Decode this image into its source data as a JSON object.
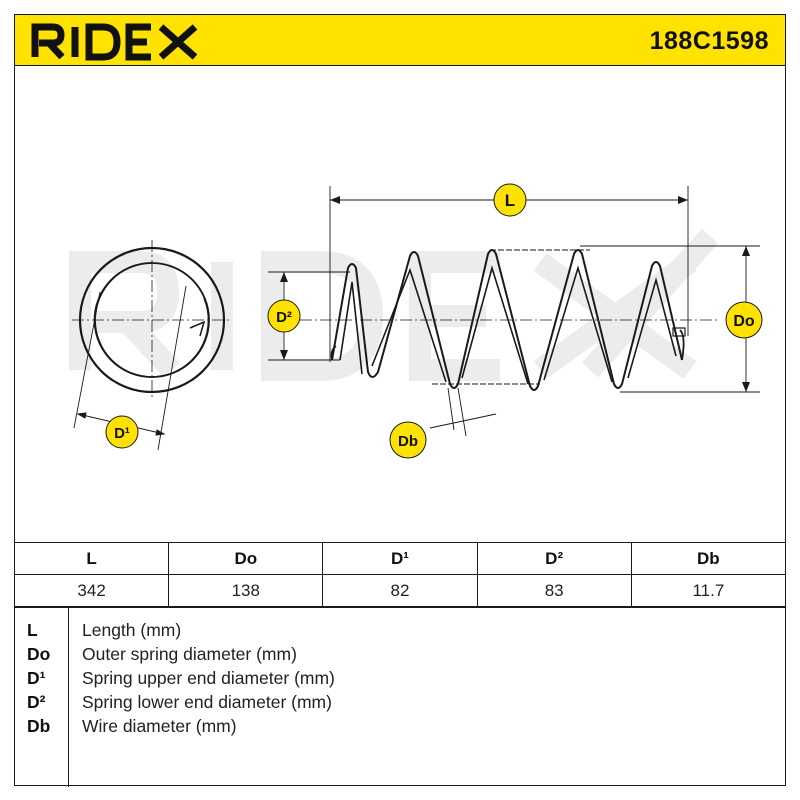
{
  "header": {
    "brand": "RIDEX",
    "part_number": "188C1598"
  },
  "diagram": {
    "labels": {
      "length": "L",
      "outer_diameter": "Do",
      "upper_end_diameter": "D¹",
      "lower_end_diameter": "D²",
      "wire_diameter": "Db"
    },
    "watermark": "RIDEX"
  },
  "specs": {
    "headers": [
      "L",
      "Do",
      "D¹",
      "D²",
      "Db"
    ],
    "values": [
      "342",
      "138",
      "82",
      "83",
      "11.7"
    ]
  },
  "legend": [
    {
      "abbr": "L",
      "desc": "Length (mm)"
    },
    {
      "abbr": "Do",
      "desc": "Outer spring diameter (mm)"
    },
    {
      "abbr": "D¹",
      "desc": "Spring upper end diameter (mm)"
    },
    {
      "abbr": "D²",
      "desc": "Spring lower end diameter (mm)"
    },
    {
      "abbr": "Db",
      "desc": "Wire diameter (mm)"
    }
  ],
  "colors": {
    "brand_yellow": "#ffe200",
    "line": "#1a1a1a",
    "watermark": "#ececec"
  }
}
